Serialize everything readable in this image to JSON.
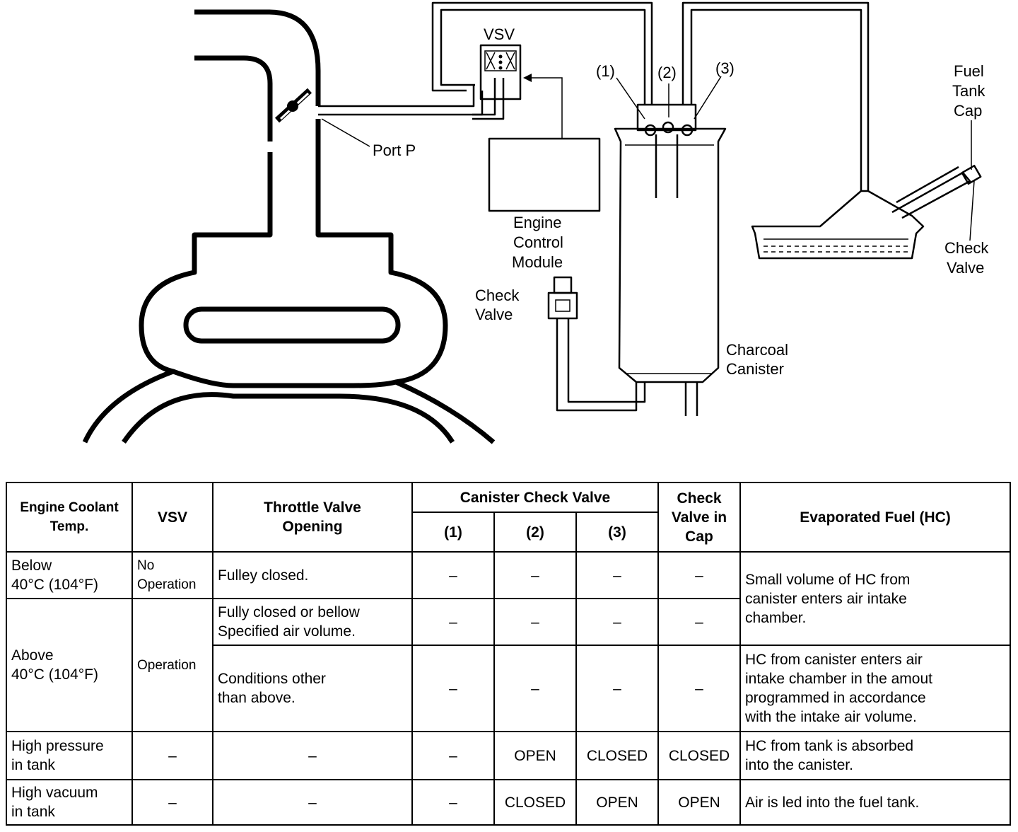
{
  "diagram": {
    "labels": {
      "vsv": "VSV",
      "port_p": "Port P",
      "ecm": [
        "Engine",
        "Control",
        "Module"
      ],
      "valve_1": "(1)",
      "valve_2": "(2)",
      "valve_3": "(3)",
      "fuel_tank_cap": [
        "Fuel",
        "Tank",
        "Cap"
      ],
      "check_valve_tank": [
        "Check",
        "Valve"
      ],
      "check_valve_line": [
        "Check",
        "Valve"
      ],
      "charcoal_canister": [
        "Charcoal",
        "Canister"
      ]
    }
  },
  "table": {
    "headers": {
      "coolant": [
        "Engine Coolant",
        "Temp."
      ],
      "vsv": "VSV",
      "throttle": [
        "Throttle Valve",
        "Opening"
      ],
      "canister": "Canister Check Valve",
      "canister_sub": [
        "(1)",
        "(2)",
        "(3)"
      ],
      "cap": [
        "Check",
        "Valve in",
        "Cap"
      ],
      "hc": "Evaporated Fuel (HC)"
    },
    "rows": {
      "below": {
        "temp": [
          "Below",
          "40°C (104°F)"
        ],
        "vsv": [
          "No",
          "Operation"
        ],
        "throttle": "Fulley closed.",
        "v1": "–",
        "v2": "–",
        "v3": "–",
        "cap": "–"
      },
      "above_a": {
        "throttle": [
          "Fully closed or bellow",
          "Specified air volume."
        ],
        "v1": "–",
        "v2": "–",
        "v3": "–",
        "cap": "–"
      },
      "above_b": {
        "throttle": [
          "Conditions other",
          "than above."
        ],
        "v1": "–",
        "v2": "–",
        "v3": "–",
        "cap": "–"
      },
      "above": {
        "temp": [
          "Above",
          "40°C (104°F)"
        ],
        "vsv": "Operation"
      },
      "hc_small": [
        "Small volume of HC from",
        "canister enters air intake",
        "chamber."
      ],
      "hc_programmed": [
        "HC from canister enters air",
        "intake chamber in the amout",
        "programmed in accordance",
        "with the intake air volume."
      ],
      "high_pressure": {
        "condition": [
          "High pressure",
          "in tank"
        ],
        "vsv": "–",
        "throttle": "–",
        "v1": "–",
        "v2": "OPEN",
        "v3": "CLOSED",
        "cap": "CLOSED",
        "hc": [
          "HC from tank is absorbed",
          "into the canister."
        ]
      },
      "high_vacuum": {
        "condition": [
          "High vacuum",
          "in tank"
        ],
        "vsv": "–",
        "throttle": "–",
        "v1": "–",
        "v2": "CLOSED",
        "v3": "OPEN",
        "cap": "OPEN",
        "hc": "Air is led into the fuel tank."
      }
    }
  }
}
